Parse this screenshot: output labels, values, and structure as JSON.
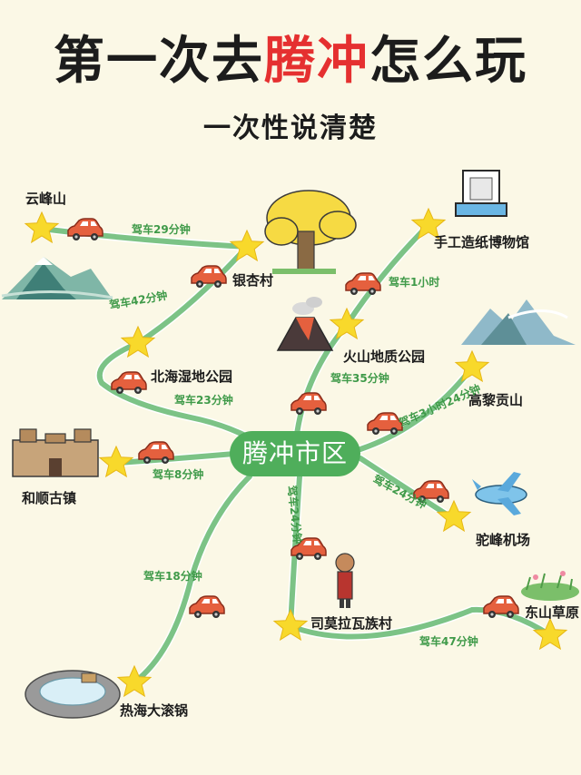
{
  "title": {
    "part1": "第一次去",
    "highlight": "腾冲",
    "part2": "怎么玩"
  },
  "subtitle": "一次性说清楚",
  "center": "腾冲市区",
  "places": {
    "yunfengshan": "云峰山",
    "yinxingcun": "银杏村",
    "shougong": "手工造纸博物馆",
    "huoshan": "火山地质公园",
    "beihai": "北海湿地公园",
    "gaoligong": "高黎贡山",
    "heshun": "和顺古镇",
    "tuofeng": "驼峰机场",
    "dongshan": "东山草原",
    "simola": "司莫拉瓦族村",
    "rehai": "热海大滚锅"
  },
  "drives": {
    "yunfeng_yinxing": "驾车29分钟",
    "yinxing_beihai": "驾车42分钟",
    "beihai_center": "驾车23分钟",
    "huoshan_shougong": "驾车1小时",
    "center_huoshan": "驾车35分钟",
    "center_gaoligong": "驾车3小时24分钟",
    "center_tuofeng": "驾车24分钟",
    "center_heshun": "驾车8分钟",
    "center_simola": "驾车24分钟",
    "center_rehai": "驾车18分钟",
    "simola_dongshan": "驾车47分钟"
  },
  "colors": {
    "route": "#7cc386",
    "route_outline": "#ffffff",
    "car": "#e5603e",
    "star": "#f8d92b",
    "title_highlight": "#e53030",
    "badge": "#4fae5b"
  }
}
